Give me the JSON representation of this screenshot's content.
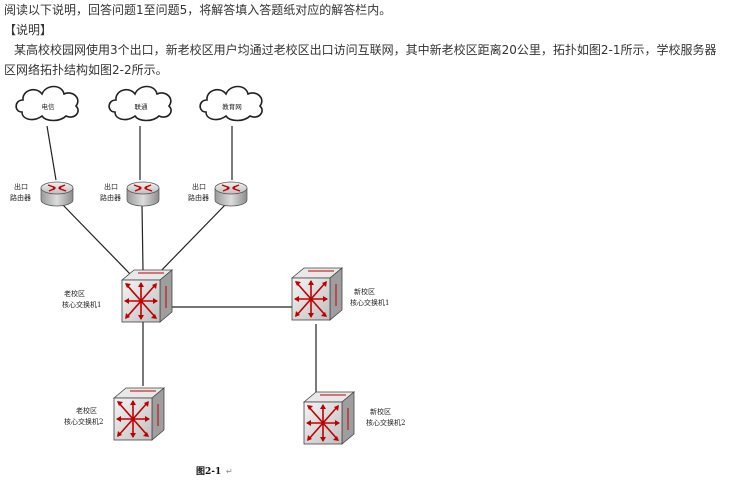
{
  "intro": "阅读以下说明，回答问题1至问题5，将解答填入答题纸对应的解答栏内。",
  "section_heading": "【说明】",
  "description": "某高校校园网使用3个出口，新老校区用户均通过老校区出口访问互联网，其中新老校区距离20公里，拓扑如图2-1所示，学校服务器区网络拓扑结构如图2-2所示。",
  "diagram": {
    "clouds": [
      {
        "id": "telecom",
        "label": "电信"
      },
      {
        "id": "unicom",
        "label": "联通"
      },
      {
        "id": "edu",
        "label": "教育网"
      }
    ],
    "routers": [
      {
        "id": "r1",
        "label_line1": "出口",
        "label_line2": "路由器"
      },
      {
        "id": "r2",
        "label_line1": "出口",
        "label_line2": "路由器"
      },
      {
        "id": "r3",
        "label_line1": "出口",
        "label_line2": "路由器"
      }
    ],
    "switches": [
      {
        "id": "old1",
        "label_line1": "老校区",
        "label_line2": "核心交换机1"
      },
      {
        "id": "new1",
        "label_line1": "新校区",
        "label_line2": "核心交换机1"
      },
      {
        "id": "old2",
        "label_line1": "老校区",
        "label_line2": "核心交换机2"
      },
      {
        "id": "new2",
        "label_line1": "新校区",
        "label_line2": "核心交换机2"
      }
    ],
    "caption": "图2-1",
    "caption_mark": "↵"
  },
  "colors": {
    "text": "#333333",
    "router_arrow": "#c00000",
    "switch_arrow": "#c00000",
    "device_body": "#d8d8d8"
  }
}
